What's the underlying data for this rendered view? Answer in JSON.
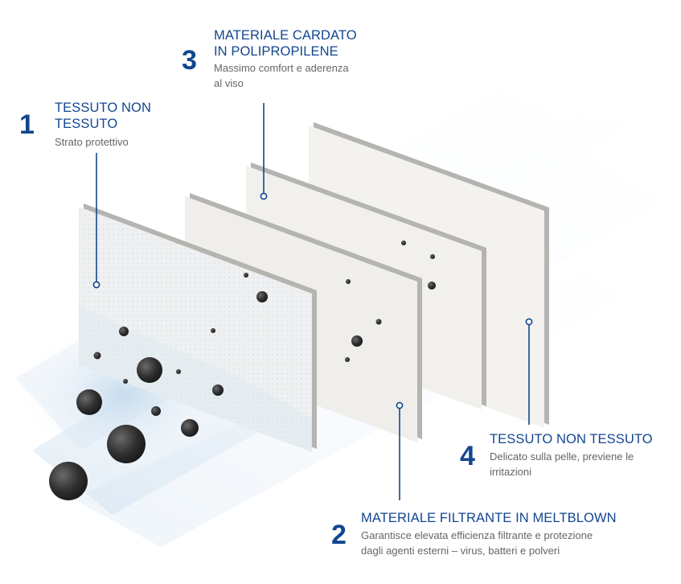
{
  "layers": [
    {
      "number": "1",
      "title_line1": "TESSUTO NON",
      "title_line2": "TESSUTO",
      "desc_line1": "Strato protettivo",
      "desc_line2": ""
    },
    {
      "number": "2",
      "title_line1": "MATERIALE FILTRANTE IN MELTBLOWN",
      "title_line2": "",
      "desc_line1": "Garantisce elevata efficienza filtrante e protezione",
      "desc_line2": "dagli agenti esterni – virus, batteri e polveri"
    },
    {
      "number": "3",
      "title_line1": "MATERIALE CARDATO",
      "title_line2": "IN POLIPROPILENE",
      "desc_line1": "Massimo comfort e aderenza",
      "desc_line2": "al viso"
    },
    {
      "number": "4",
      "title_line1": "TESSUTO NON TESSUTO",
      "title_line2": "",
      "desc_line1": "Delicato sulla pelle, previene le",
      "desc_line2": "irritazioni"
    }
  ],
  "colors": {
    "accent": "#12468f",
    "desc_text": "#666666",
    "panel_face": "#f1f0ed",
    "panel_edge": "#b9b8b5",
    "particle": "#2d2d2d",
    "airflow": "#d6e6f2"
  }
}
